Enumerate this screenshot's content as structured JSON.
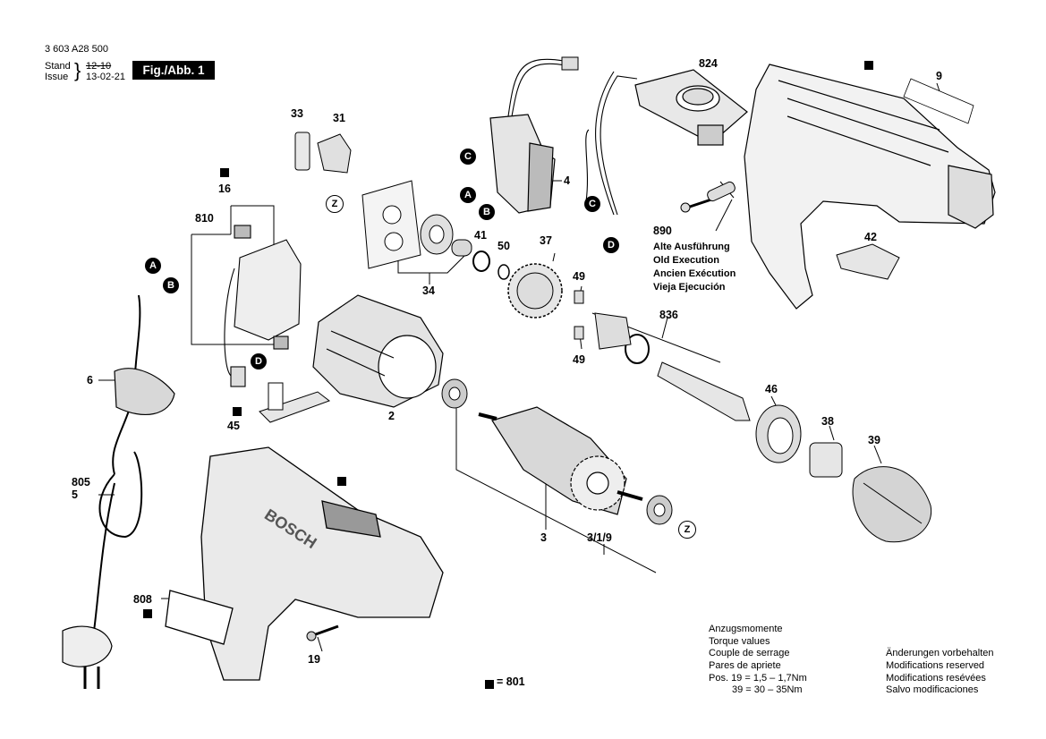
{
  "header": {
    "doc_number": "3 603 A28 500",
    "stand_label": "Stand",
    "issue_label": "Issue",
    "old_date": "12-10",
    "issue_date": "13-02-21",
    "figure_label": "Fig./Abb. 1"
  },
  "parts": {
    "p824": "824",
    "p9": "9",
    "p33": "33",
    "p31": "31",
    "p16": "16",
    "p810": "810",
    "p4": "4",
    "p41": "41",
    "p50": "50",
    "p37": "37",
    "p34": "34",
    "p49a": "49",
    "p49b": "49",
    "p836": "836",
    "p890": "890",
    "p42": "42",
    "p6": "6",
    "p2": "2",
    "p45": "45",
    "p46": "46",
    "p38": "38",
    "p39": "39",
    "p805": "805",
    "p5": "5",
    "p3": "3",
    "p319": "3/1/9",
    "p808": "808",
    "p19": "19"
  },
  "markers": {
    "a": "A",
    "b": "B",
    "c": "C",
    "d": "D",
    "z": "Z"
  },
  "version_note": {
    "de": "Alte Ausführung",
    "en": "Old Execution",
    "fr": "Ancien Exécution",
    "es": "Vieja Ejecución"
  },
  "torque": {
    "l1": "Anzugsmomente",
    "l2": "Torque values",
    "l3": "Couple de serrage",
    "l4": "Pares de apriete",
    "l5": "Pos. 19  =   1,5  –  1,7Nm",
    "l6": "39  =   30  –  35Nm"
  },
  "modifications": {
    "l1": "Änderungen vorbehalten",
    "l2": "Modifications reserved",
    "l3": "Modifications resévées",
    "l4": "Salvo modificaciones"
  },
  "legend": {
    "square_value": "= 801"
  },
  "brand_on_housing": "BOSCH"
}
